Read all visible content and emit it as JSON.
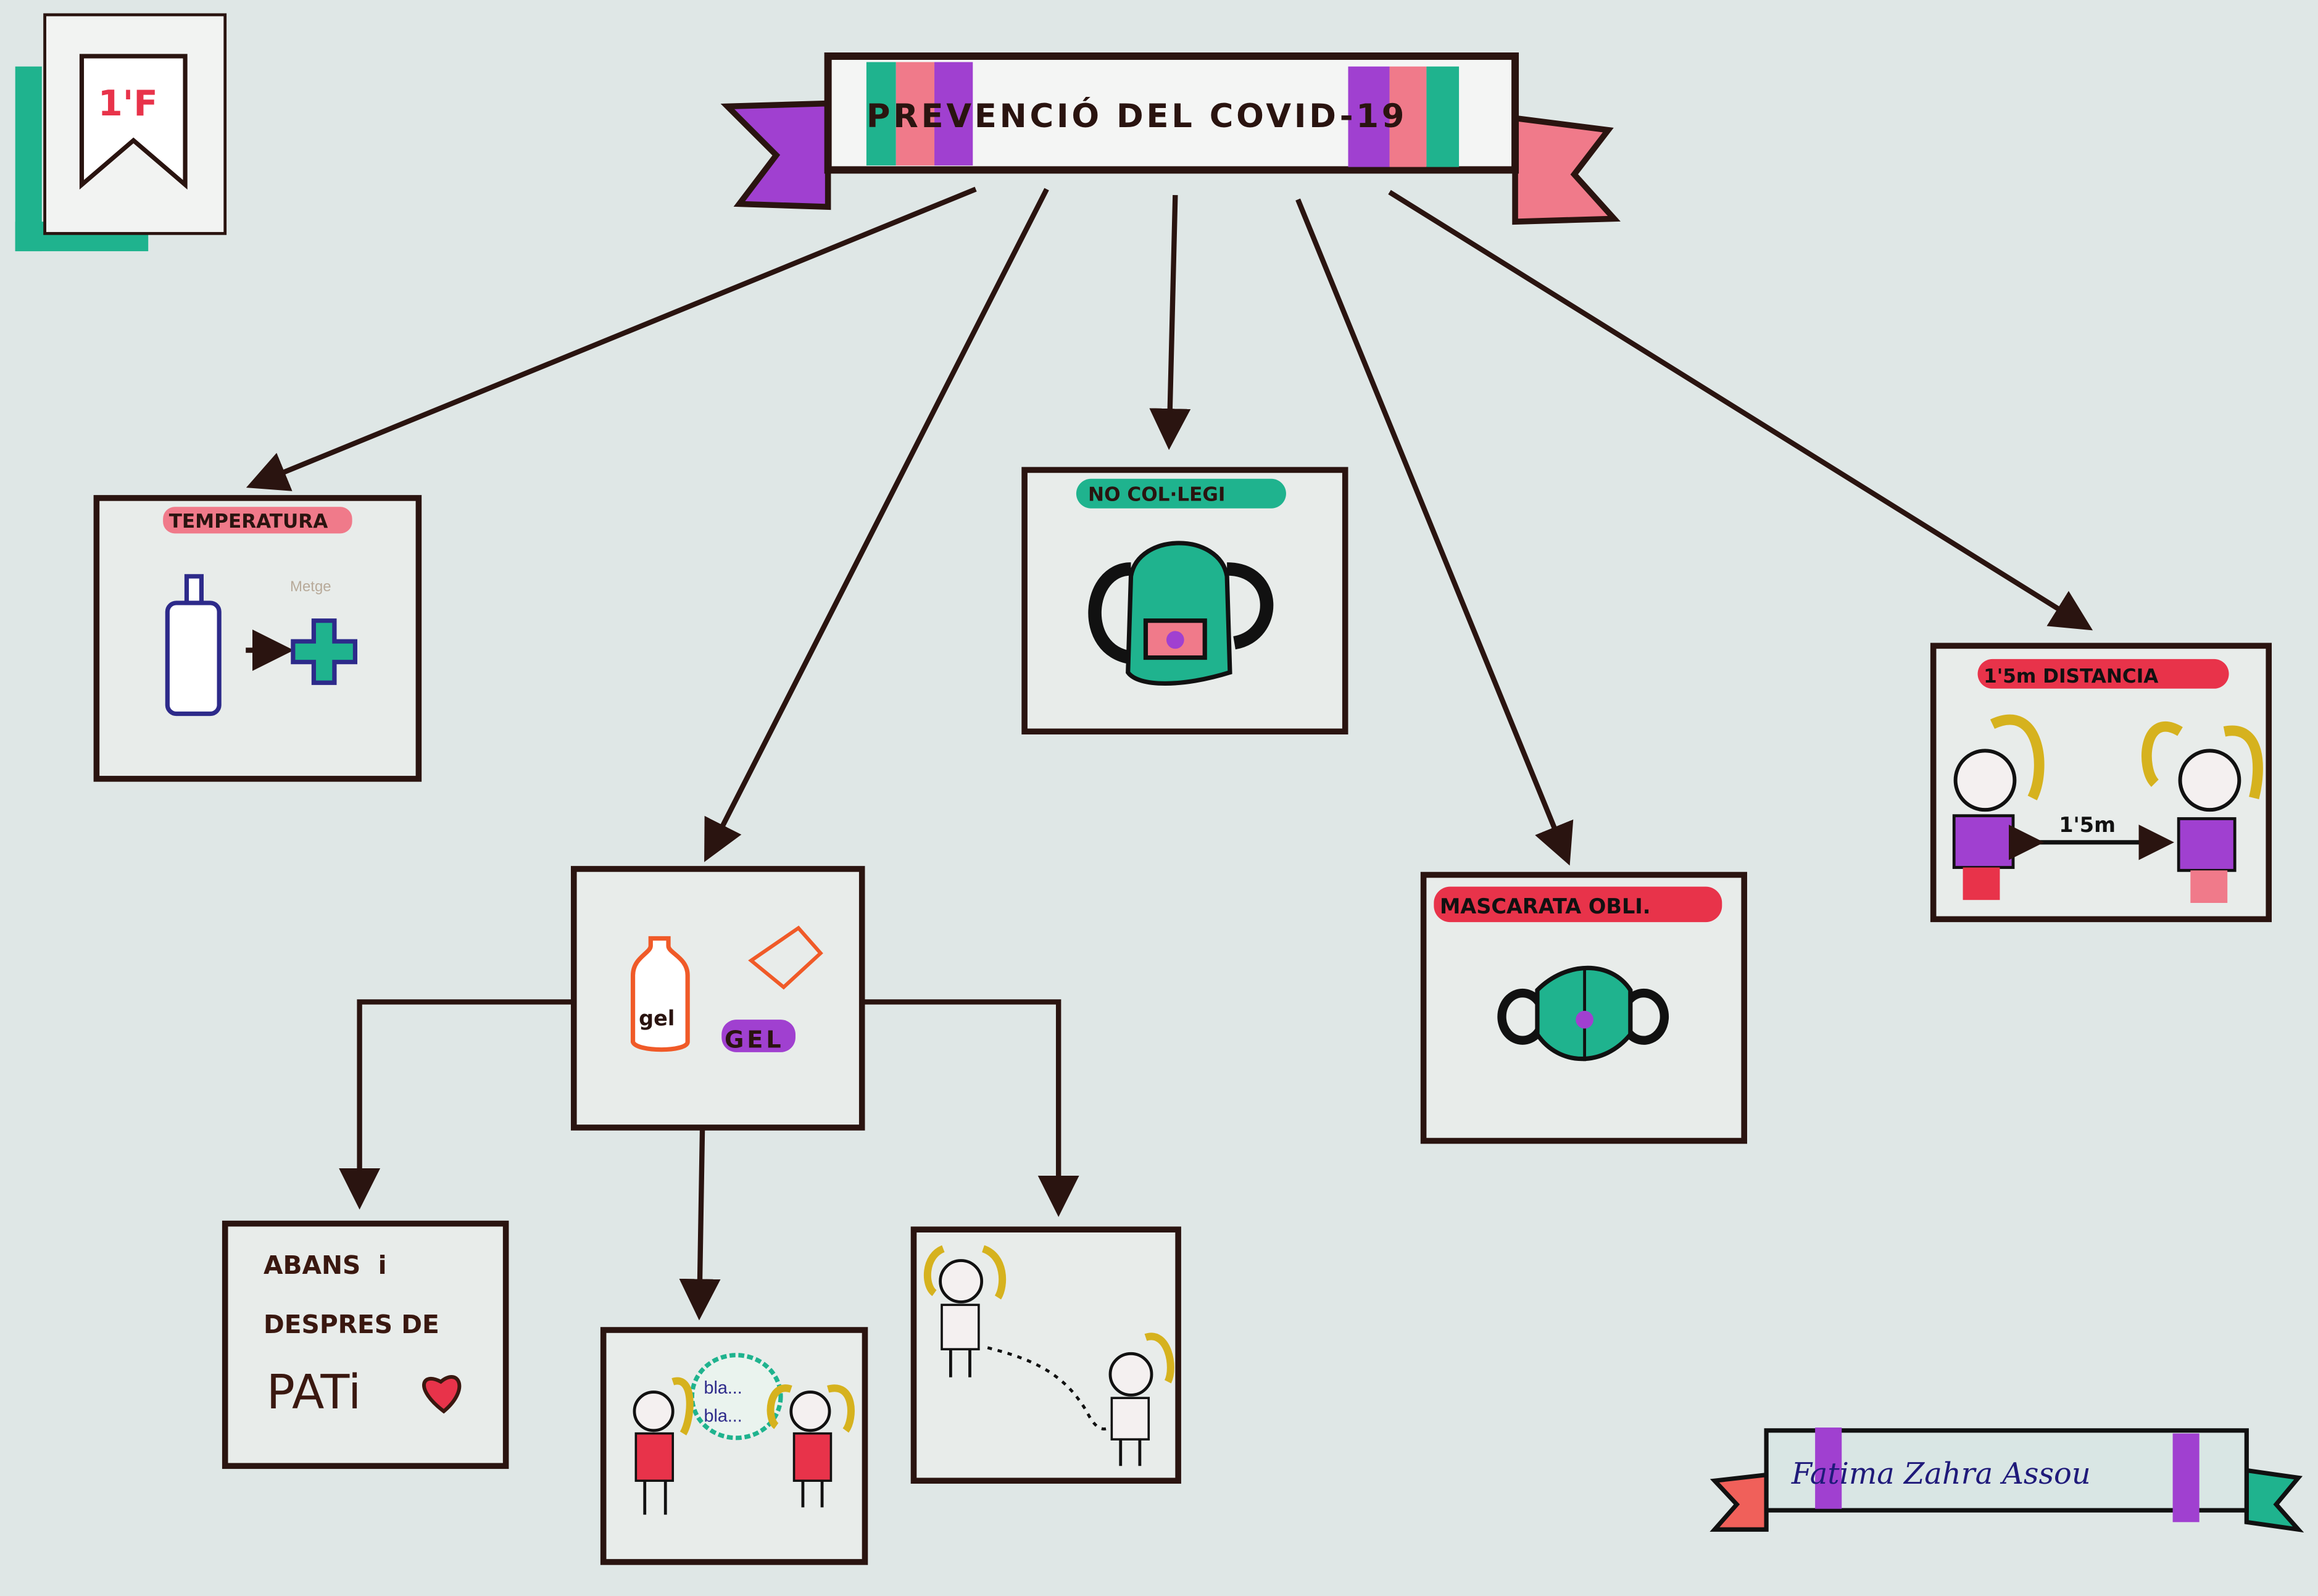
{
  "badge": {
    "label": "1'F"
  },
  "title": {
    "text": "PREVENCIÓ DEL COVID-19"
  },
  "nodes": {
    "temperatura": {
      "label": "TEMPERATURA",
      "note": "Metge"
    },
    "no_collegi": {
      "label": "NO COL·LEGI"
    },
    "gel": {
      "bottle_label": "gel",
      "label": "GEL"
    },
    "mascareta": {
      "label": "MASCARATA OBLI."
    },
    "distancia": {
      "label": "1'5m DISTANCIA",
      "measure": "1'5m"
    },
    "abans": {
      "line1": "ABANS  i",
      "line2": "DESPRES DE",
      "line3": "PATi"
    },
    "bla": {
      "bubble1": "bla...",
      "bubble2": "bla..."
    },
    "walk": {}
  },
  "author": {
    "name": "Fatima Zahra Assou"
  },
  "colors": {
    "paper": "#dfe7e6",
    "ink": "#2a1410",
    "teal": "#1fb38e",
    "pink": "#f07a8a",
    "purple": "#a040d0",
    "red": "#e8334a",
    "yellow": "#d6b21e"
  }
}
